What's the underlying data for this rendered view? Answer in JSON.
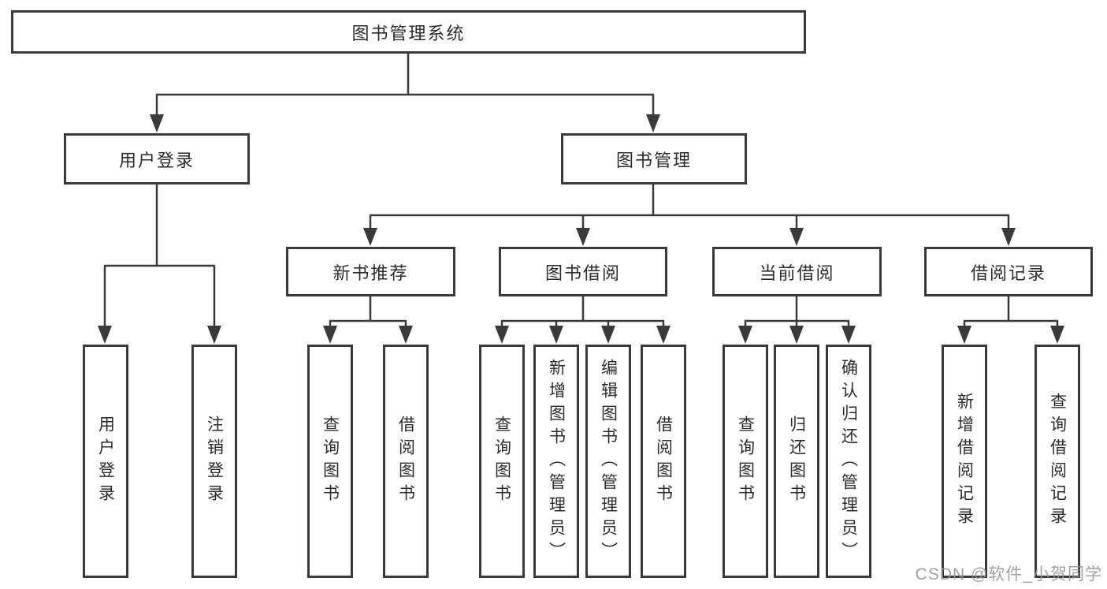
{
  "diagram": {
    "root": {
      "label": "图书管理系统"
    },
    "branches": [
      {
        "label": "用户登录",
        "children": [
          {
            "label": "用户登录"
          },
          {
            "label": "注销登录"
          }
        ]
      },
      {
        "label": "图书管理",
        "children": [
          {
            "label": "新书推荐",
            "children": [
              {
                "label": "查询图书"
              },
              {
                "label": "借阅图书"
              }
            ]
          },
          {
            "label": "图书借阅",
            "children": [
              {
                "label": "查询图书"
              },
              {
                "label": "新增图书（管理员）"
              },
              {
                "label": "编辑图书（管理员）"
              },
              {
                "label": "借阅图书"
              }
            ]
          },
          {
            "label": "当前借阅",
            "children": [
              {
                "label": "查询图书"
              },
              {
                "label": "归还图书"
              },
              {
                "label": "确认归还（管理员）"
              }
            ]
          },
          {
            "label": "借阅记录",
            "children": [
              {
                "label": "新增借阅记录"
              },
              {
                "label": "查询借阅记录"
              }
            ]
          }
        ]
      }
    ]
  },
  "style": {
    "line_color": "#3a3a3a",
    "text_color": "#2b2b2b",
    "background": "#ffffff"
  },
  "watermark": {
    "text": "CSDN @软件_小贺同学",
    "color": "#979393"
  }
}
